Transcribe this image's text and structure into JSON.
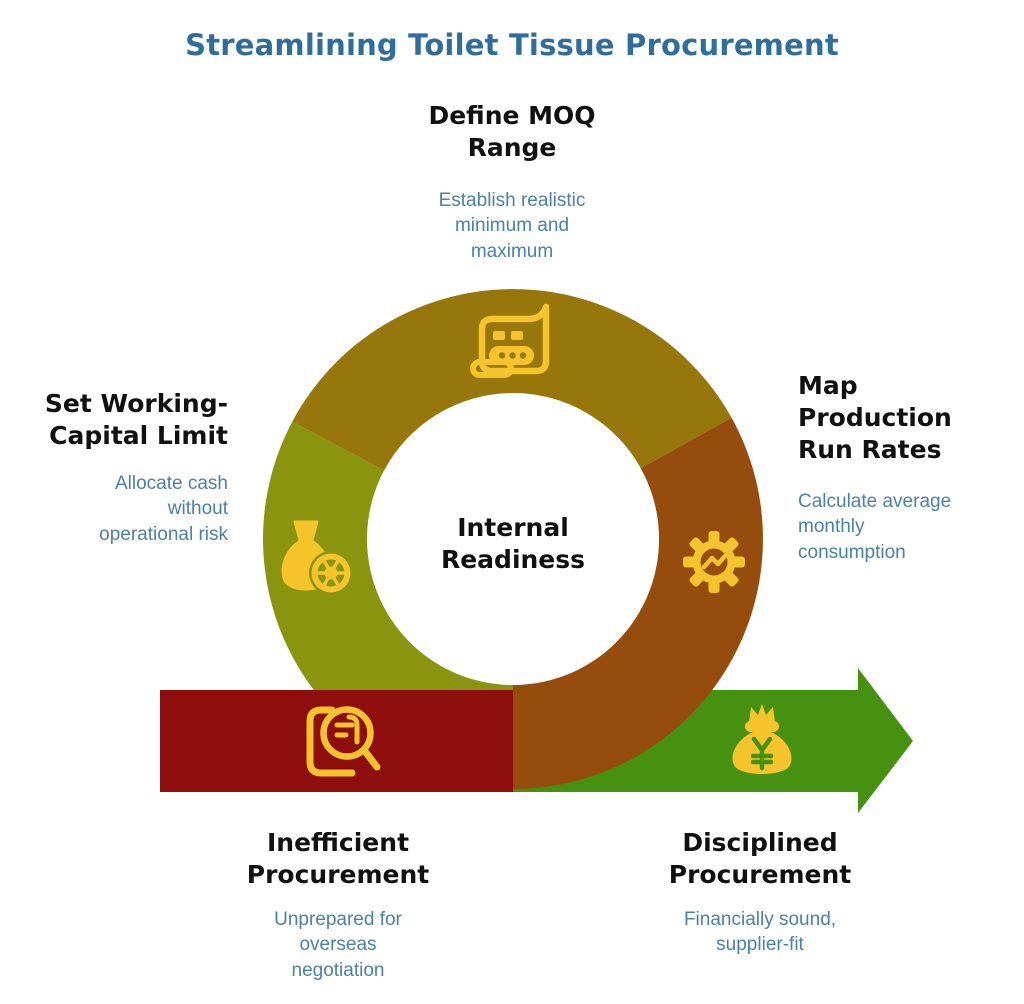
{
  "title": "Streamlining Toilet Tissue Procurement",
  "center": {
    "label": "Internal\nReadiness"
  },
  "steps": {
    "define_moq": {
      "heading": "Define MOQ\nRange",
      "sub": "Establish realistic\nminimum and\nmaximum",
      "icon": "checklist-scroll-icon",
      "segment_color": "#97770B"
    },
    "working_capital": {
      "heading": "Set Working-\nCapital Limit",
      "sub": "Allocate cash\nwithout\noperational risk",
      "icon": "money-bag-coin-icon",
      "segment_color": "#8A940F"
    },
    "run_rates": {
      "heading": "Map\nProduction\nRun Rates",
      "sub": "Calculate average\nmonthly\nconsumption",
      "icon": "gear-trend-icon",
      "segment_color": "#964C0D"
    },
    "inefficient": {
      "heading": "Inefficient\nProcurement",
      "sub": "Unprepared for\noverseas\nnegotiation",
      "icon": "search-document-icon",
      "band_color": "#8E0D0D"
    },
    "disciplined": {
      "heading": "Disciplined\nProcurement",
      "sub": "Financially sound,\nsupplier-fit",
      "icon": "money-bag-yen-icon",
      "band_color": "#46910F"
    }
  },
  "colors": {
    "title_text": "#2F6E9C",
    "body_text": "#4B80A8",
    "heading_text": "#111111",
    "icon_gold": "#F5C42C",
    "segment_top": "#97770B",
    "segment_left": "#8A940F",
    "segment_right": "#964C0D",
    "band_red": "#8E0D0D",
    "band_green": "#46910F"
  }
}
